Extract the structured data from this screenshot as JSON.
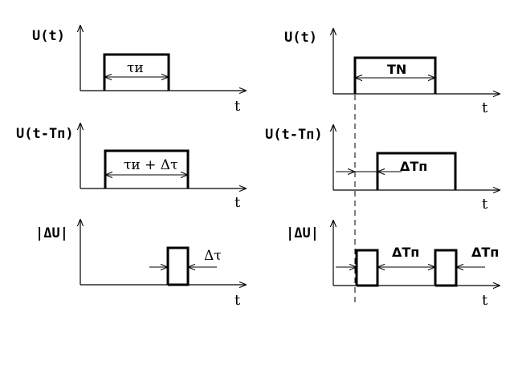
{
  "left": {
    "top": {
      "ylabel": "U(t)",
      "xlabel": "t",
      "annotation": "τи"
    },
    "middle": {
      "ylabel": "U(t-Tп)",
      "xlabel": "t",
      "annotation": "τи + Δτ"
    },
    "bottom": {
      "ylabel": "|ΔU|",
      "xlabel": "t",
      "annotation": "Δτ"
    }
  },
  "right": {
    "top": {
      "ylabel": "U(t)",
      "xlabel": "t",
      "annotation": "TN"
    },
    "middle": {
      "ylabel": "U(t-Tп)",
      "xlabel": "t",
      "annotation": "ΔTп"
    },
    "bottom": {
      "ylabel": "|ΔU|",
      "xlabel": "t",
      "annotation_1": "ΔTп",
      "annotation_2": "ΔTп"
    }
  }
}
